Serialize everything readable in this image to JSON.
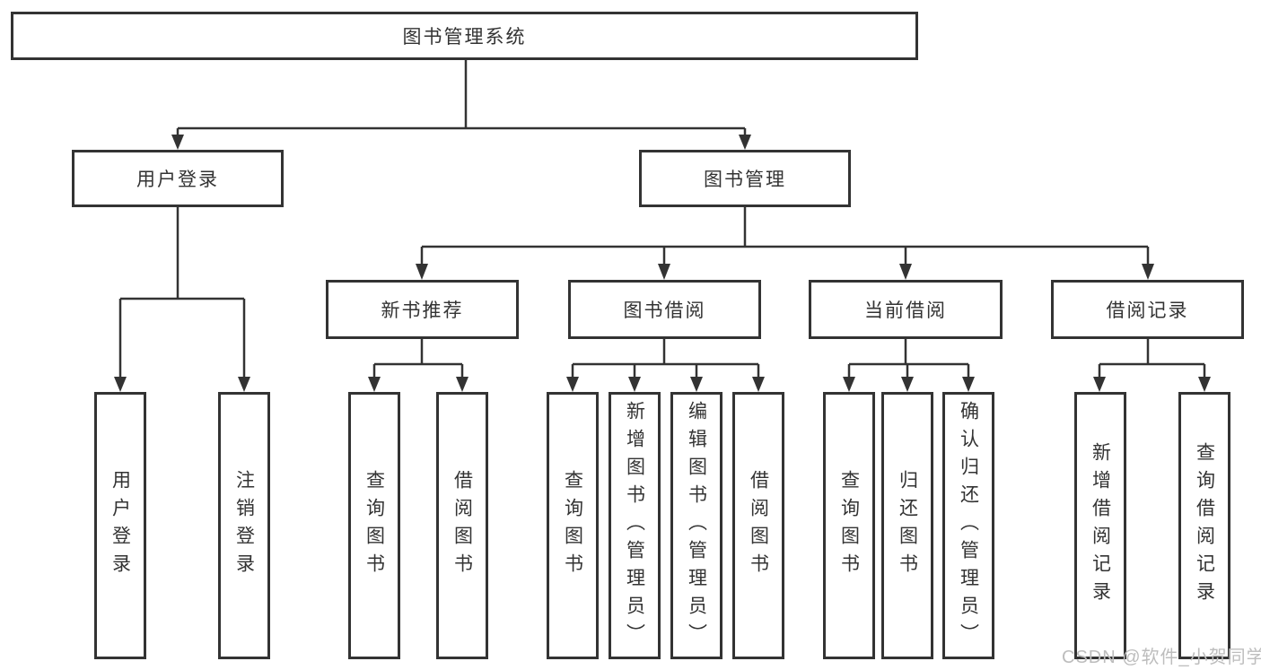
{
  "diagram": {
    "root": {
      "label": "图书管理系统"
    },
    "user_login": {
      "label": "用户登录",
      "children": [
        {
          "label": "用户登录"
        },
        {
          "label": "注销登录"
        }
      ]
    },
    "book_management": {
      "label": "图书管理",
      "children": [
        {
          "label": "新书推荐",
          "children": [
            {
              "label": "查询图书"
            },
            {
              "label": "借阅图书"
            }
          ]
        },
        {
          "label": "图书借阅",
          "children": [
            {
              "label": "查询图书"
            },
            {
              "label": "新增图书（管理员）"
            },
            {
              "label": "编辑图书（管理员）"
            },
            {
              "label": "借阅图书"
            }
          ]
        },
        {
          "label": "当前借阅",
          "children": [
            {
              "label": "查询图书"
            },
            {
              "label": "归还图书"
            },
            {
              "label": "确认归还（管理员）"
            }
          ]
        },
        {
          "label": "借阅记录",
          "children": [
            {
              "label": "新增借阅记录"
            },
            {
              "label": "查询借阅记录"
            }
          ]
        }
      ]
    }
  },
  "watermark": {
    "text": "CSDN @软件_小贺同学"
  },
  "colors": {
    "line": "#333333",
    "box_border": "#333333",
    "text": "#333333",
    "watermark": "#bdbdbd",
    "background": "#ffffff"
  }
}
